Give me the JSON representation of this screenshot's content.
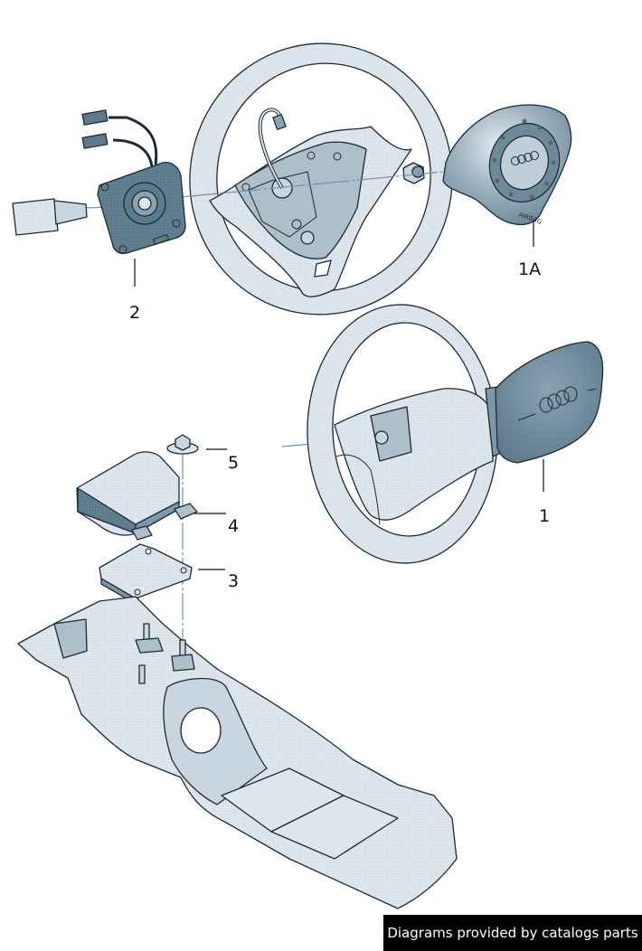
{
  "diagram": {
    "title": "Airbag unit / steering wheel parts diagram",
    "colors": {
      "light_part": "#dde6ed",
      "mid_part": "#aebfcc",
      "dark_part": "#5d7a8c",
      "outline": "#1d2a33",
      "background": "#ffffff"
    },
    "callouts": [
      {
        "id": "1",
        "label": "1",
        "part": "driver airbag unit (mounted on steering wheel)"
      },
      {
        "id": "1A",
        "label": "1A",
        "part": "driver airbag unit with 4-ring logo and AIRBAG marking"
      },
      {
        "id": "2",
        "label": "2",
        "part": "clock spring / return ring with connectors"
      },
      {
        "id": "3",
        "label": "3",
        "part": "mounting plate"
      },
      {
        "id": "4",
        "label": "4",
        "part": "airbag control unit"
      },
      {
        "id": "5",
        "label": "5",
        "part": "hex nut with washer"
      }
    ],
    "airbag_marking": "AIRBAG"
  },
  "footer": {
    "text": "Diagrams provided by catalogs parts"
  }
}
